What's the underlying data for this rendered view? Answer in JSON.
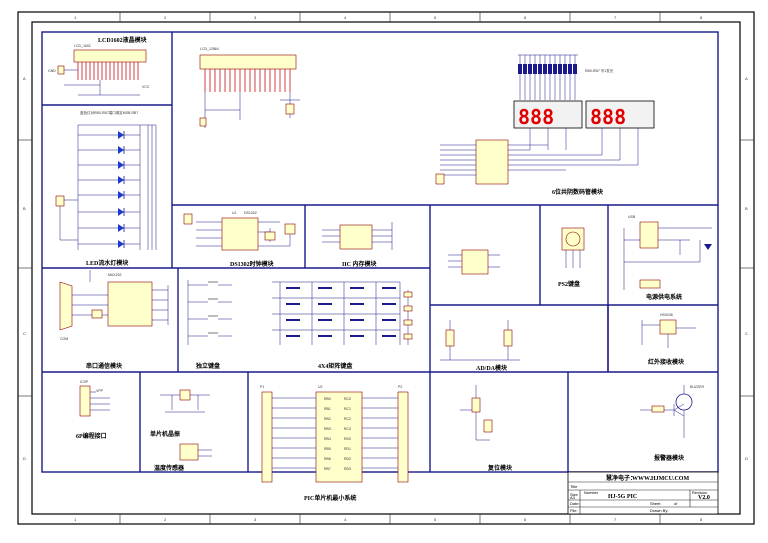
{
  "board": {
    "modules": {
      "lcd1602": "LCD1602液晶模块",
      "led": "LED流水灯模块",
      "seg": "6位共阴数码管模块",
      "ds1302": "DS1302时钟模块",
      "iic": "IIC 内存模块",
      "ps2": "PS2键盘",
      "power": "电源供电系统",
      "serial": "串口通信模块",
      "keys_indep": "独立键盘",
      "keys_matrix": "4X4矩阵键盘",
      "adda": "AD/DA模块",
      "ir": "红外接收模块",
      "icsp": "6P编程接口",
      "osc": "单片机晶振",
      "temp": "温度传感器",
      "pic_min": "PIC单片机最小系统",
      "reset": "复位模块",
      "alarm": "报警器模块"
    },
    "small": {
      "lcd1602_ref": "LCD_1602",
      "lcd12864_ref": "LCD_12864",
      "led_note": "蓝色灯对RB0-RB7端口绑定MSB-RB7",
      "seg_note": "RB0-RB7 写1发光",
      "seg_digits_left": "888",
      "seg_digits_right": "888",
      "gnd": "GND",
      "vcc": "VCC",
      "u1": "U1",
      "ds1302_ref": "DS1302",
      "max232": "MAX232",
      "com": "COM",
      "icsp_ref": "ICSP",
      "vpp": "VPP",
      "u2": "U2",
      "p1": "P1",
      "p2": "P2",
      "usb": "USB",
      "ir_ref": "HS0038",
      "buzzer": "BUZZER",
      "pin_labels": [
        "RB0",
        "RB1",
        "RB2",
        "RB3",
        "RB4",
        "RB5",
        "RB6",
        "RB7",
        "RC0",
        "RC1",
        "RC2",
        "RC3",
        "RD0",
        "RD1",
        "RD2",
        "RD3"
      ]
    },
    "titleblock": {
      "company_label": "慧净电子：",
      "website": "WWW.HJMCU.COM",
      "product": "HJ-5G PIC",
      "version": "V2.0",
      "size_label": "Size",
      "size_value": "A3",
      "number_label": "Number",
      "revision_label": "Revision",
      "date_label": "Date:",
      "file_label": "File:",
      "sheet_label": "Sheet",
      "of_label": "of",
      "drawn_label": "Drawn By:",
      "title_label": "Title"
    },
    "border": {
      "cols": [
        "1",
        "2",
        "3",
        "4",
        "5",
        "6",
        "7",
        "8"
      ],
      "rows": [
        "A",
        "B",
        "C",
        "D"
      ]
    }
  }
}
